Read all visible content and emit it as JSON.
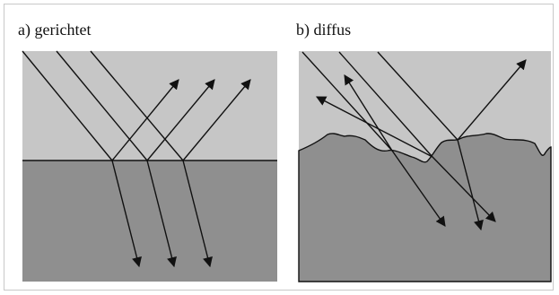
{
  "panels": [
    {
      "id": "a",
      "label": "a) gerichtet"
    },
    {
      "id": "b",
      "label": "b) diffus"
    }
  ],
  "colors": {
    "upper_medium": "#c6c6c6",
    "lower_medium": "#8f8f8f",
    "lines": "#111111",
    "frame": "#c8c8c8"
  }
}
